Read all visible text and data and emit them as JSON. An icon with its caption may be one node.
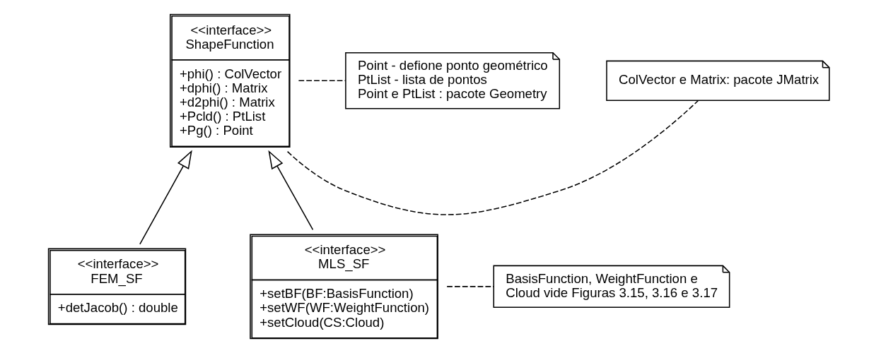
{
  "diagram": {
    "nodes": [
      {
        "text": [
          "<<interface>>",
          "ShapeFunction",
          "+phi() : ColVector",
          "+dphi() : Matrix",
          "+d2phi() : Matrix",
          "+Pcld() : PtList",
          "+Pg() : Point"
        ]
      },
      {
        "text": [
          "ColVector e Matrix: pacote JMatrix"
        ]
      },
      {
        "text": [
          "Point - defione ponto geométrico",
          "PtList - lista de pontos",
          "Point e PtList : pacote Geometry"
        ]
      },
      {
        "text": [
          "<<interface>>",
          "FEM_SF",
          "+detJacob() : double"
        ]
      },
      {
        "text": [
          "<<interface>>",
          "MLS_SF",
          "+setBF(BF:BasisFunction)",
          "+setWF(WF:WeightFunction)",
          "+setCloud(CS:Cloud)"
        ]
      },
      {
        "text": [
          "BasisFunction, WeightFunction e Cloud vide Figuras 3.15, 3.16 e 3.17"
        ]
      }
    ],
    "edges": [
      {
        "from": 0,
        "to": 1,
        "arrow": "none",
        "style": "dashed"
      },
      {
        "from": 0,
        "to": 2,
        "arrow": "none",
        "style": "dashed"
      },
      {
        "from": 3,
        "to": 0,
        "arrow": "to"
      },
      {
        "from": 4,
        "to": 0,
        "arrow": "to"
      },
      {
        "from": 4,
        "to": 5,
        "arrow": "none",
        "style": "dashed"
      }
    ]
  }
}
